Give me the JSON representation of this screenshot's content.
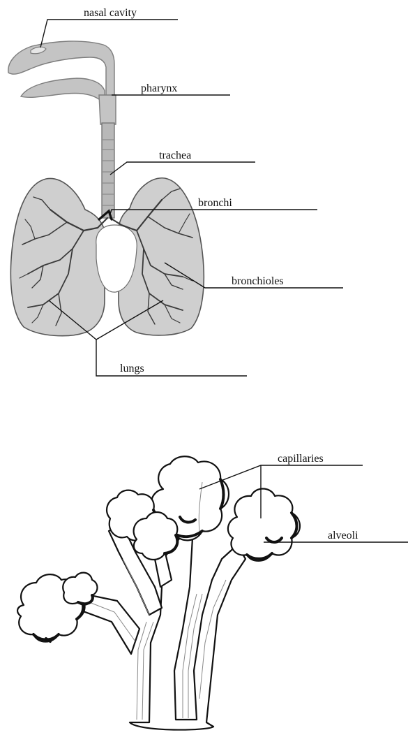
{
  "labels": {
    "nasal_cavity": "nasal cavity",
    "pharynx": "pharynx",
    "trachea": "trachea",
    "bronchi": "bronchi",
    "bronchioles": "bronchioles",
    "lungs": "lungs",
    "capillaries": "capillaries",
    "alveoli": "alveoli"
  },
  "colors": {
    "background": "#ffffff",
    "ink": "#111111",
    "lung_fill": "#cfcfcf",
    "airway_fill": "#c4c4c4"
  }
}
